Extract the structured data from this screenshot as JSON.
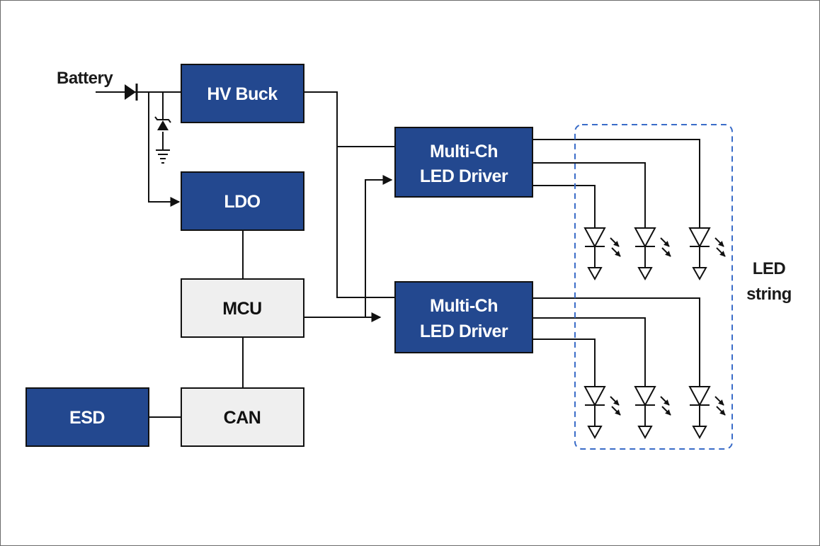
{
  "colors": {
    "block_blue": "#23488f",
    "block_gray": "#efefef",
    "line": "#111111",
    "dashed_border": "#3a6cc8"
  },
  "labels": {
    "battery": "Battery",
    "led_string_line1": "LED",
    "led_string_line2": "string"
  },
  "blocks": {
    "hv_buck": "HV Buck",
    "ldo": "LDO",
    "mcu": "MCU",
    "can": "CAN",
    "esd": "ESD",
    "driver_top_line1": "Multi-Ch",
    "driver_top_line2": "LED Driver",
    "driver_bottom_line1": "Multi-Ch",
    "driver_bottom_line2": "LED Driver"
  }
}
